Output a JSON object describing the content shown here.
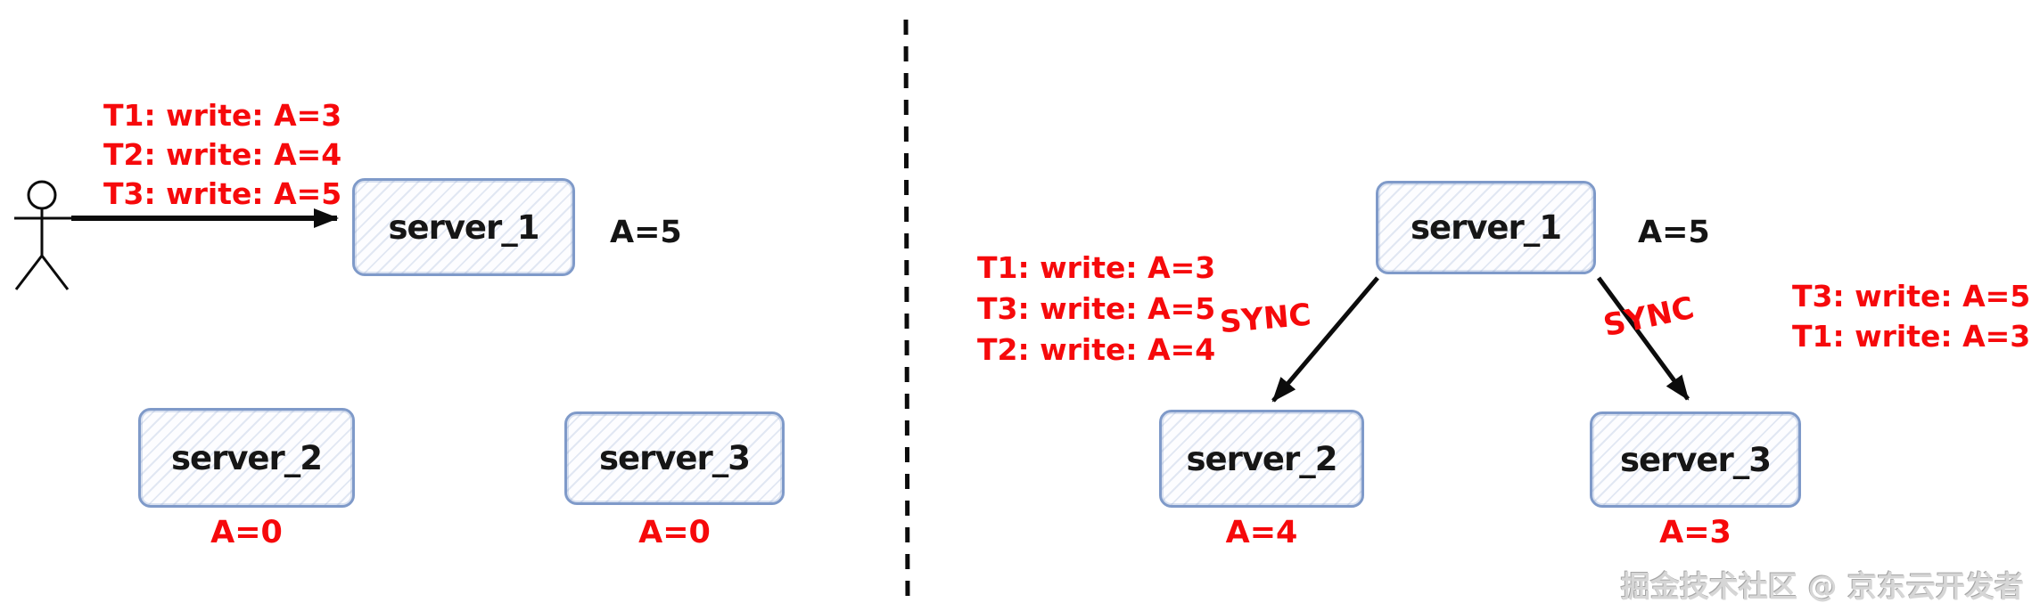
{
  "colors": {
    "red": "#f6090b",
    "box_border_blue": "#7f9ac9",
    "arrow_black": "#0c0c0c",
    "watermark_gray": "#d6d6d6"
  },
  "left_panel": {
    "client_writes": [
      "T1: write: A=3",
      "T2: write: A=4",
      "T3: write: A=5"
    ],
    "server1": {
      "label": "server_1",
      "value": "A=5"
    },
    "server2": {
      "label": "server_2",
      "value": "A=0"
    },
    "server3": {
      "label": "server_3",
      "value": "A=0"
    }
  },
  "right_panel": {
    "sync_writes_to_server2": [
      "T1: write: A=3",
      "T3: write: A=5",
      "T2: write: A=4"
    ],
    "sync_label_left": "SYNC",
    "sync_label_right": "SYNC",
    "sync_writes_to_server3": [
      "T3: write: A=5",
      "T1: write: A=3"
    ],
    "server1": {
      "label": "server_1",
      "value": "A=5"
    },
    "server2": {
      "label": "server_2",
      "value": "A=4"
    },
    "server3": {
      "label": "server_3",
      "value": "A=3"
    }
  },
  "watermark": "掘金技术社区 @ 京东云开发者"
}
